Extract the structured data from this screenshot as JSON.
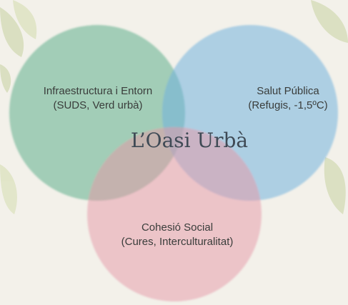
{
  "diagram": {
    "type": "venn",
    "center_title": "L’Oasi Urbà",
    "sets": [
      {
        "id": "infra",
        "title": "Infraestructura i Entorn",
        "subtitle": "(SUDS, Verd urbà)",
        "color": "#5fae8c"
      },
      {
        "id": "salut",
        "title": "Salut Pública",
        "subtitle": "(Refugis, -1,5ºC)",
        "color": "#73b3df"
      },
      {
        "id": "social",
        "title": "Cohesió Social",
        "subtitle": "(Cures, Interculturalitat)",
        "color": "#e69aa8"
      }
    ]
  },
  "colors": {
    "background": "#f3f1ea",
    "leaf": "#c7d2a0",
    "text": "#3a3d3b",
    "title": "#3f4a55"
  }
}
